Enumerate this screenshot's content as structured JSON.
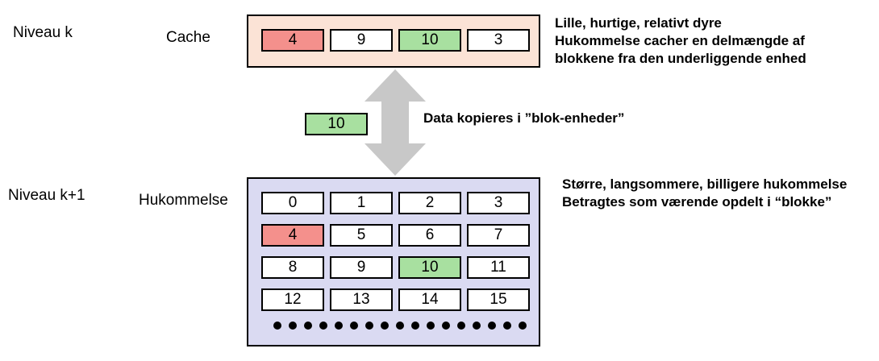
{
  "labels": {
    "level_k": "Niveau k",
    "level_k1": "Niveau k+1",
    "cache": "Cache",
    "memory": "Hukommelse"
  },
  "cache_desc": {
    "line1": "Lille, hurtige, relativt dyre",
    "line2": "Hukommelse cacher en delmængde af",
    "line3": "blokkene fra den underliggende enhed"
  },
  "transfer": {
    "text": "Data kopieres i ”blok-enheder”",
    "block": "10"
  },
  "memory_desc": {
    "line1": "Større, langsommere, billigere hukommelse",
    "line2": "Betragtes som værende opdelt i “blokke”"
  },
  "cache_blocks": [
    "4",
    "9",
    "10",
    "3"
  ],
  "memory_blocks": [
    "0",
    "1",
    "2",
    "3",
    "4",
    "5",
    "6",
    "7",
    "8",
    "9",
    "10",
    "11",
    "12",
    "13",
    "14",
    "15"
  ],
  "colors": {
    "cache_bg": "#fbe3d6",
    "memory_bg": "#dadaf2",
    "red_block": "#f4908c",
    "green_block": "#a8e0a0",
    "arrow": "#c8c8c8"
  }
}
